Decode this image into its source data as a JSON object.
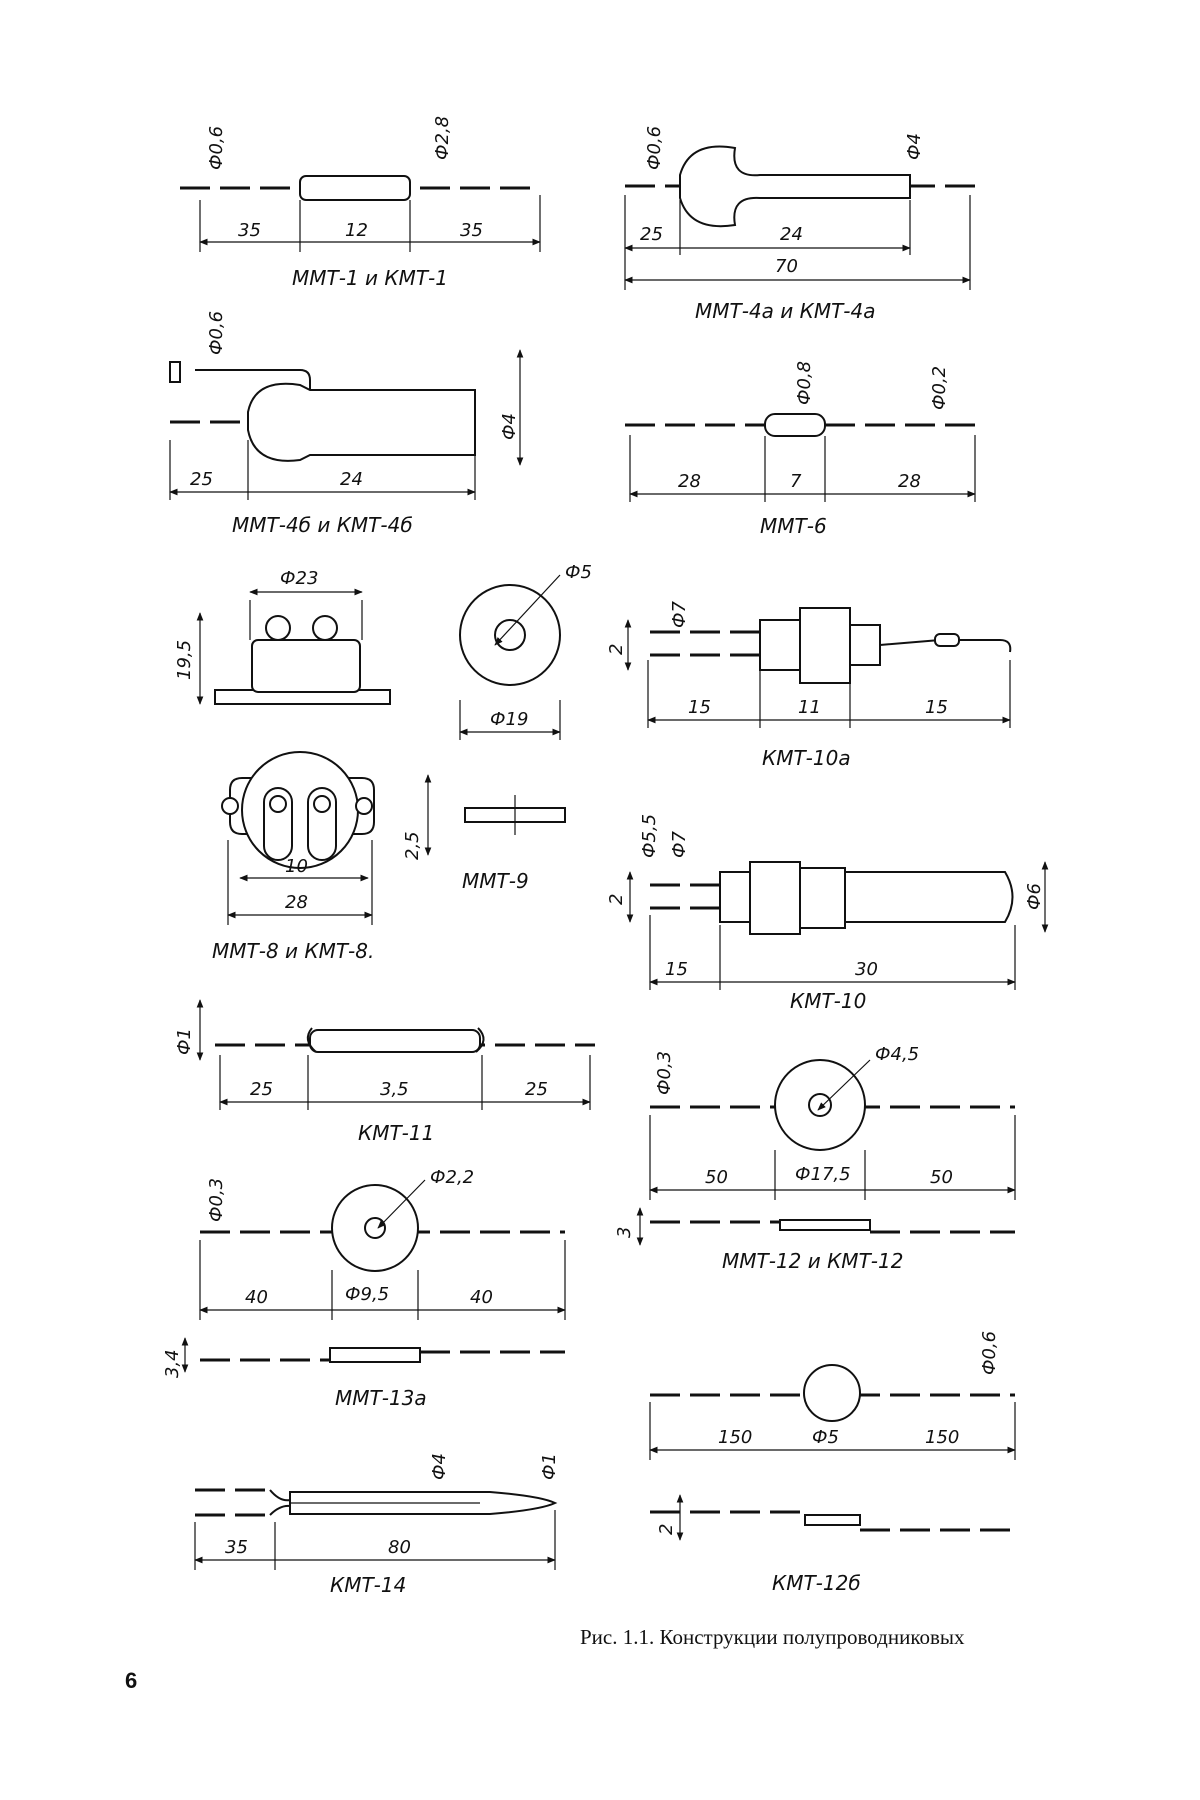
{
  "figure": {
    "caption": "Рис. 1.1. Конструкции полупроводниковых",
    "page_number": "6"
  },
  "components": {
    "mmt1": {
      "label": "ММТ-1 и КМТ-1",
      "dims": [
        "35",
        "12",
        "35"
      ],
      "diam": [
        "Ф0,6",
        "Ф2,8"
      ]
    },
    "mmt4a": {
      "label": "ММТ-4а и КМТ-4а",
      "dims": [
        "25",
        "24",
        "70"
      ],
      "diam": [
        "Ф0,6",
        "Ф4"
      ]
    },
    "mmt4b": {
      "label": "ММТ-4б и КМТ-4б",
      "dims": [
        "25",
        "24"
      ],
      "diam": [
        "Ф0,6",
        "Ф4"
      ]
    },
    "mmt6": {
      "label": "ММТ-6",
      "dims": [
        "28",
        "7",
        "28"
      ],
      "diam": [
        "Ф0,8",
        "Ф0,2"
      ]
    },
    "mmt9": {
      "label": "ММТ-9",
      "dims": [
        "Ф23",
        "19,5",
        "Ф5",
        "Ф19",
        "2,5"
      ]
    },
    "mmt8": {
      "label": "ММТ-8 и КМТ-8.",
      "dims": [
        "10",
        "28"
      ]
    },
    "kmt10a": {
      "label": "КМТ-10а",
      "dims": [
        "15",
        "11",
        "15",
        "2"
      ],
      "diam": [
        "Ф7"
      ]
    },
    "kmt10": {
      "label": "КМТ-10",
      "dims": [
        "15",
        "30",
        "2"
      ],
      "diam": [
        "Ф5,5",
        "Ф7",
        "Ф6"
      ]
    },
    "kmt11": {
      "label": "КМТ-11",
      "dims": [
        "25",
        "3,5",
        "25"
      ],
      "diam": [
        "Ф1"
      ]
    },
    "mmt12": {
      "label": "ММТ-12 и КМТ-12",
      "dims": [
        "50",
        "Ф17,5",
        "50",
        "3"
      ],
      "diam": [
        "Ф0,3",
        "Ф4,5"
      ]
    },
    "mmt13a": {
      "label": "ММТ-13а",
      "dims": [
        "40",
        "Ф9,5",
        "40",
        "3,4"
      ],
      "diam": [
        "Ф0,3",
        "Ф2,2"
      ]
    },
    "kmt12b": {
      "label": "КМТ-12б",
      "dims": [
        "150",
        "Ф5",
        "150",
        "2"
      ],
      "diam": [
        "Ф0,6"
      ]
    },
    "kmt14": {
      "label": "КМТ-14",
      "dims": [
        "35",
        "80"
      ],
      "diam": [
        "Ф4",
        "Ф1"
      ]
    }
  }
}
